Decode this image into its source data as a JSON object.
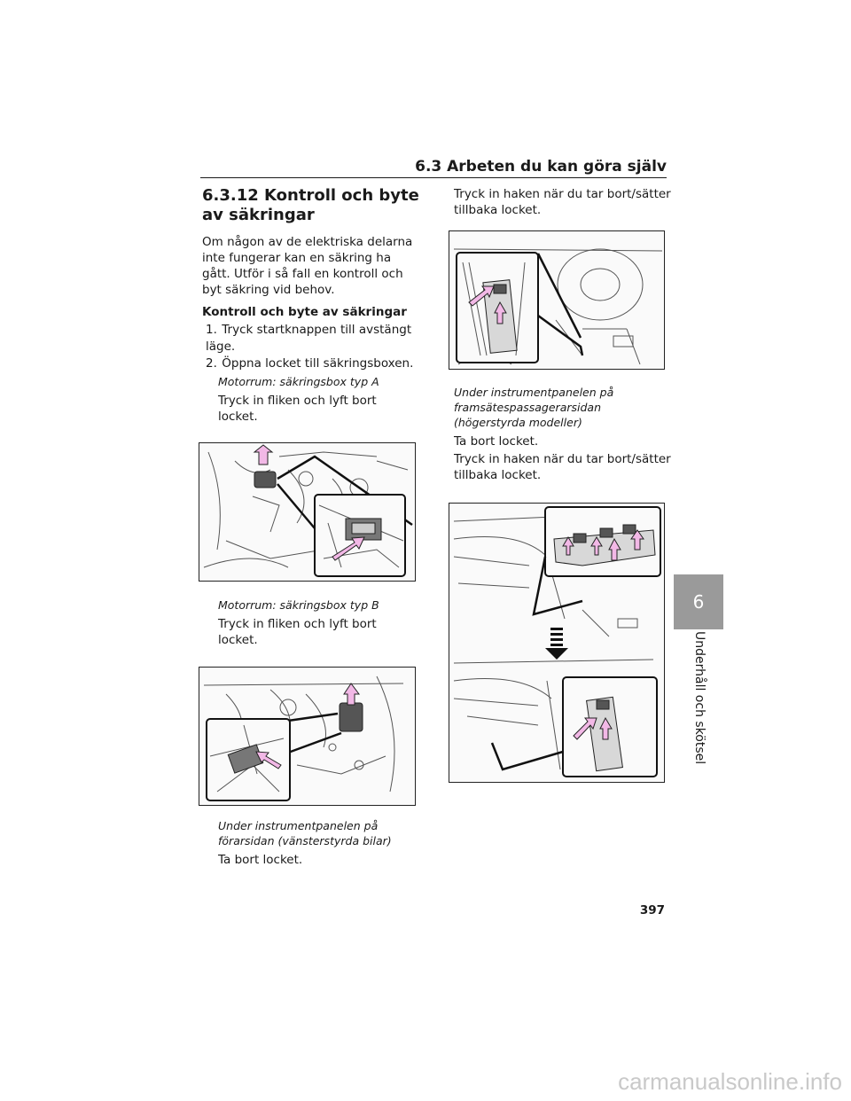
{
  "header": {
    "section": "6.3  Arbeten du kan göra själv"
  },
  "left": {
    "title": "6.3.12  Kontroll och byte av säkringar",
    "intro": "Om någon av de elektriska delarna inte fungerar kan en säkring ha gått. Utför i så fall en kontroll och byt säkring vid behov.",
    "subhead": "Kontroll och byte av säkringar",
    "steps": [
      {
        "num": "1.",
        "text": "Tryck startknappen till avstängt läge."
      },
      {
        "num": "2.",
        "text": "Öppna locket till säkringsboxen."
      }
    ],
    "caption_a": "Motorrum: säkringsbox typ A",
    "instruction_a": "Tryck in fliken och lyft bort locket.",
    "caption_b": "Motorrum: säkringsbox typ B",
    "instruction_b": "Tryck in fliken och lyft bort locket.",
    "caption_c": "Under instrumentpanelen på förarsidan (vänsterstyrda bilar)",
    "instruction_c": "Ta bort locket."
  },
  "right": {
    "instruction_top": "Tryck in haken när du tar bort/sätter tillbaka locket.",
    "caption_d": "Under instrumentpanelen på framsätespassagerarsidan (högerstyrda modeller)",
    "instruction_d1": "Ta bort locket.",
    "instruction_d2": "Tryck in haken när du tar bort/sätter tillbaka locket."
  },
  "tab": {
    "number": "6",
    "label": "Underhåll och skötsel"
  },
  "page_number": "397",
  "watermark": "carmanualsonline.info",
  "colors": {
    "arrow": "#f2b8e6",
    "tab": "#9a9a9a"
  }
}
